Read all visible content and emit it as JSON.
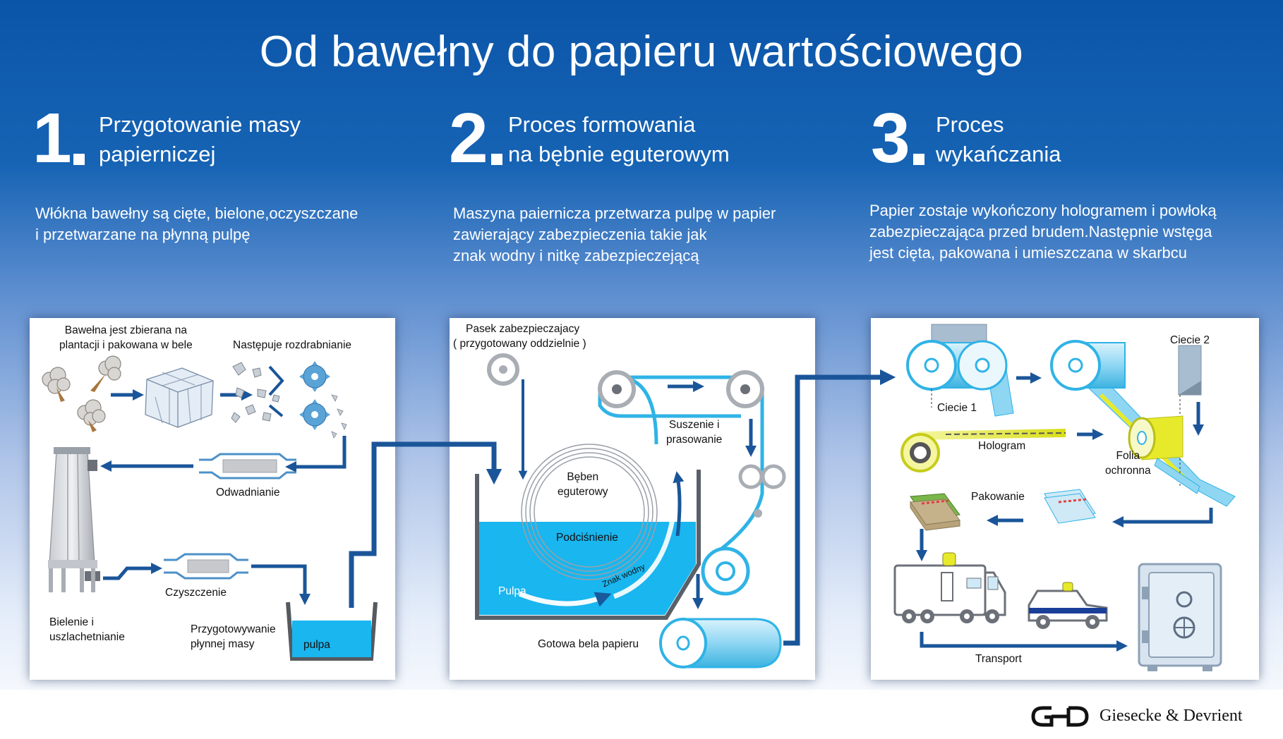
{
  "title": "Od bawełny do papieru wartościowego",
  "colors": {
    "arrow": "#1a5599",
    "water": "#19b6ef",
    "roll": "#3db3e0",
    "hologram": "#e6ea2a"
  },
  "steps": [
    {
      "number": "1",
      "title_line1": "Przygotowanie masy",
      "title_line2": "papierniczej",
      "desc_line1": "Włókna bawełny są cięte, bielone,oczyszczane",
      "desc_line2": "i przetwarzane na płynną pulpę",
      "labels": {
        "harvest_line1": "Bawełna jest zbierana na",
        "harvest_line2": "plantacji i pakowana w bele",
        "shredding": "Następuje rozdrabnianie",
        "dewatering": "Odwadnianie",
        "cleaning": "Czyszczenie",
        "bleaching_line1": "Bielenie i",
        "bleaching_line2": "uszlachetnianie",
        "prep_line1": "Przygotowywanie",
        "prep_line2": "płynnej masy",
        "pulp": "pulpa"
      }
    },
    {
      "number": "2",
      "title_line1": "Proces formowania",
      "title_line2": "na bębnie eguterowym",
      "desc_line1": "Maszyna paiernicza przetwarza pulpę w papier",
      "desc_line2": "zawierający zabezpieczenia takie jak",
      "desc_line3": "znak wodny i nitkę zabezpieczejącą",
      "labels": {
        "strip_line1": "Pasek zabezpieczajacy",
        "strip_line2": "( przygotowany oddzielnie )",
        "drum_line1": "Bęben",
        "drum_line2": "eguterowy",
        "vacuum": "Podciśnienie",
        "pulp": "Pulpa",
        "watermark": "Znak wodny",
        "drying_line1": "Suszenie i",
        "drying_line2": "prasowanie",
        "finished_roll": "Gotowa bela papieru"
      }
    },
    {
      "number": "3",
      "title_line1": "Proces",
      "title_line2": "wykańczania",
      "desc_line1": "Papier zostaje wykończony hologramem i powłoką",
      "desc_line2": "zabezpieczająca przed brudem.Następnie wstęga",
      "desc_line3": "jest cięta, pakowana i umieszczana w skarbcu",
      "labels": {
        "cut1": "Ciecie 1",
        "cut2": "Ciecie 2",
        "hologram": "Hologram",
        "film_line1": "Folia",
        "film_line2": "ochronna",
        "packing": "Pakowanie",
        "transport": "Transport"
      }
    }
  ],
  "logo": {
    "text": "Giesecke & Devrient",
    "icon": "gd-logo-icon"
  }
}
